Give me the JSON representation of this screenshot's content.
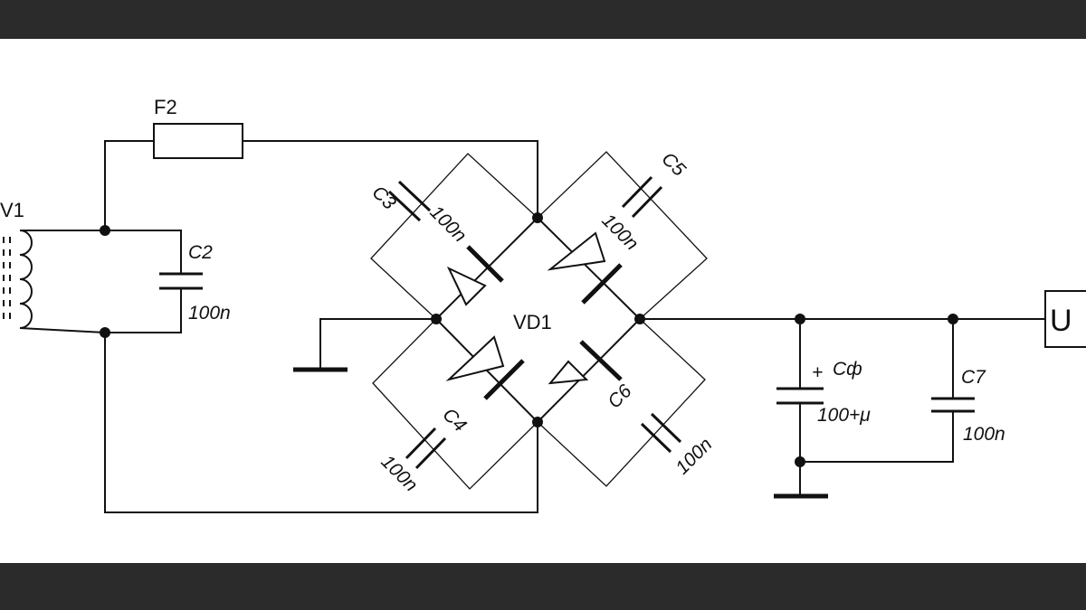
{
  "components": {
    "transformer": {
      "label": "V1"
    },
    "fuse": {
      "label": "F2"
    },
    "bridge": {
      "label": "VD1"
    },
    "c2": {
      "label": "C2",
      "value": "100n"
    },
    "c3": {
      "label": "C3",
      "value": "100n"
    },
    "c4": {
      "label": "C4",
      "value": "100n"
    },
    "c5": {
      "label": "C5",
      "value": "100n"
    },
    "c6": {
      "label": "C6",
      "value": "100n"
    },
    "cf": {
      "polarity": "+",
      "label": "Cф",
      "value": "100+μ"
    },
    "c7": {
      "label": "C7",
      "value": "100n"
    },
    "output": {
      "label": "U"
    }
  }
}
